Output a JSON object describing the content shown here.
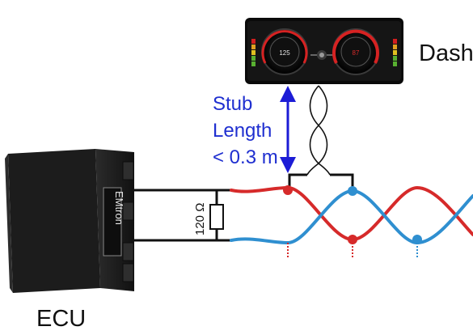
{
  "labels": {
    "dash": "Dash",
    "ecu": "ECU",
    "stub_lines": [
      "Stub",
      "Length",
      "< 0.3 m"
    ],
    "resistor": "120 Ω"
  },
  "dash_display": {
    "left_gauge_value": "125",
    "right_gauge_value": "87"
  },
  "ecu_badge": {
    "brand": "EMtron"
  },
  "colors": {
    "can_high": "#d62a2a",
    "can_low": "#2f8fd0",
    "stub_arrow": "#1c1cd6",
    "wire": "#111111",
    "ecu_body": "#1c1c1c"
  }
}
